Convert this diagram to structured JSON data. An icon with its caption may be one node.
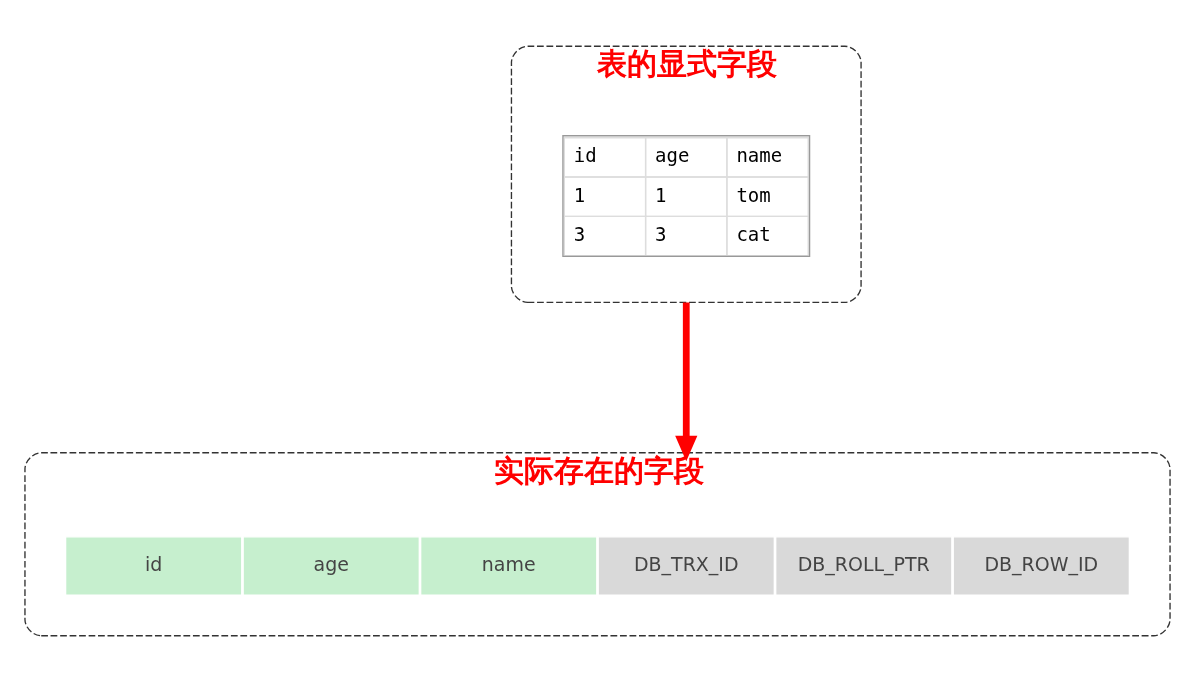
{
  "diagram": {
    "nodes": [
      {
        "text": [
          "表的显式字段"
        ]
      },
      {
        "text": [
          "实际存在的字段"
        ]
      },
      {
        "text": [
          "id"
        ],
        "in": 1
      },
      {
        "text": [
          "age"
        ],
        "in": 1
      },
      {
        "text": [
          "name"
        ],
        "in": 1
      },
      {
        "text": [
          "DB_TRX_ID"
        ],
        "in": 1
      },
      {
        "text": [
          "DB_ROLL_PTR"
        ],
        "in": 1
      },
      {
        "text": [
          "DB_ROW_ID"
        ],
        "in": 1
      }
    ],
    "edges": [
      {
        "from": 0,
        "to": 1,
        "arrow": "to",
        "color": "#ff0000"
      }
    ],
    "labels": [
      "id",
      "age",
      "name",
      "1",
      "1",
      "tom",
      "3",
      "3",
      "cat"
    ]
  }
}
